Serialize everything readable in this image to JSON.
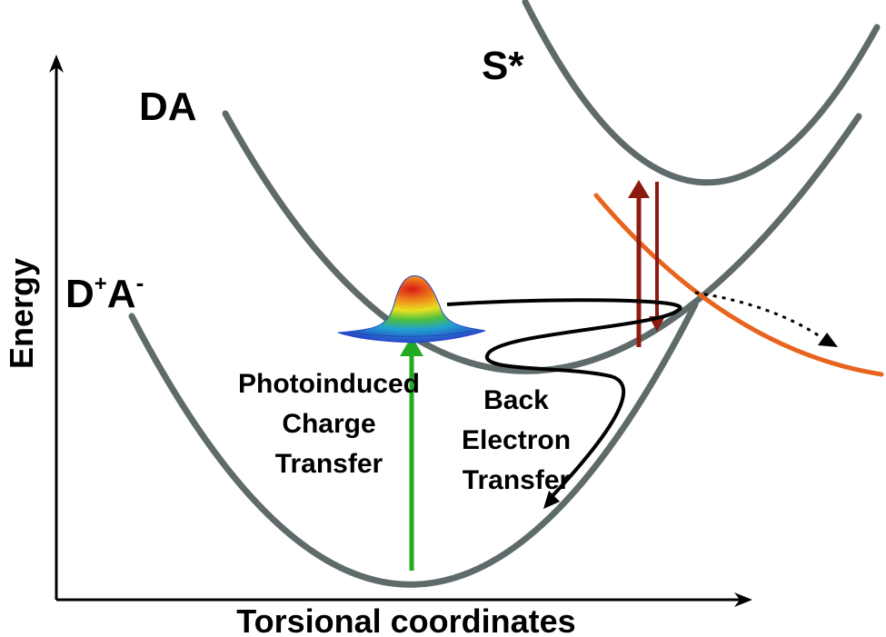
{
  "axes": {
    "y_label": "Energy",
    "x_label": "Torsional coordinates"
  },
  "states": {
    "s_star": "S*",
    "da": "DA",
    "dplus_aminus": {
      "d": "D",
      "sup_plus": "+",
      "a": "A",
      "sup_minus": "-"
    }
  },
  "annotations": {
    "photoinduced": [
      "Photoinduced",
      "Charge",
      "Transfer"
    ],
    "back_electron": [
      "Back",
      "Electron",
      "Transfer"
    ]
  },
  "colors": {
    "curve": "#5f6a6a",
    "excitation_arrow": "#22aa22",
    "orange_curve": "#e8641e",
    "vertical_arrows": "#8b1a10",
    "path": "#000000"
  },
  "icons": {
    "wavepacket": "wavepacket-surface-icon"
  }
}
